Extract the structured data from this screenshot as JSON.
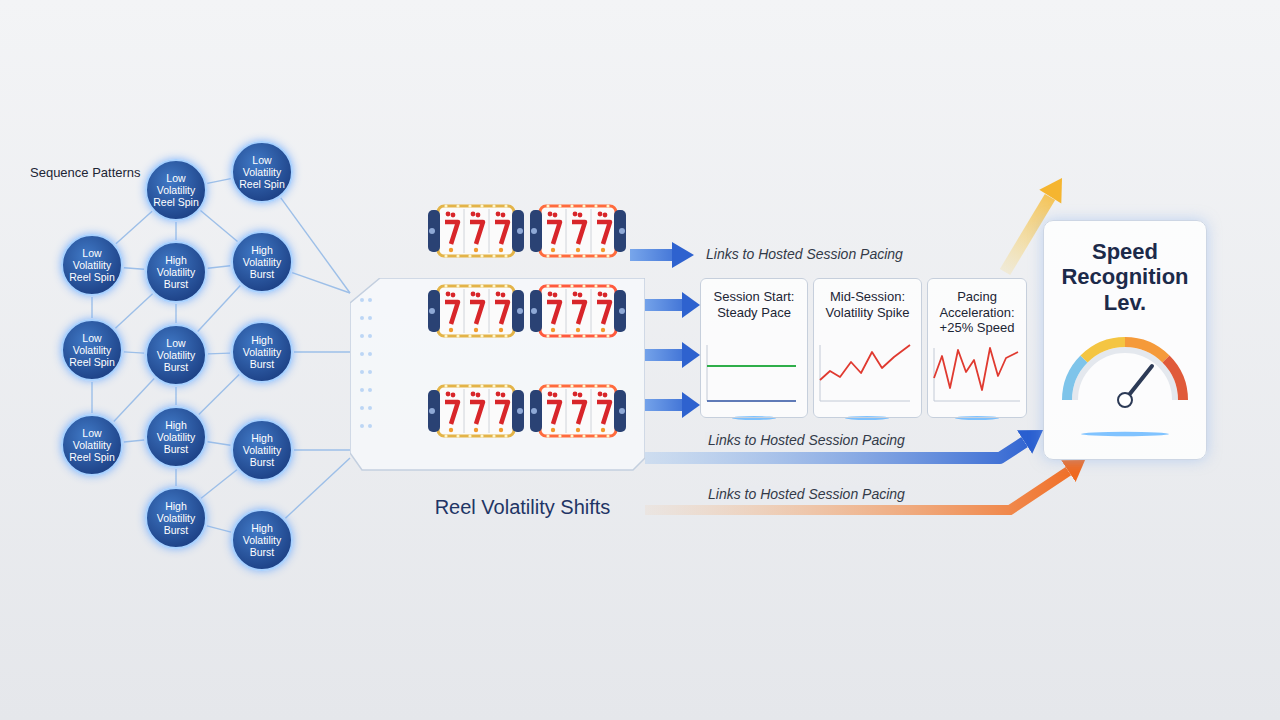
{
  "diagram": {
    "nodes": [
      {
        "text": [
          "Low Volatility Reel Spin"
        ]
      },
      {
        "text": [
          "Low Volatility Reel Spin"
        ]
      },
      {
        "text": [
          "Low Volatility Reel Spin"
        ]
      },
      {
        "text": [
          "Low Volatility Reel Spin"
        ]
      },
      {
        "text": [
          "High Volatility Burst"
        ]
      },
      {
        "text": [
          "Low Volatility Burst"
        ]
      },
      {
        "text": [
          "High Volatility Burst"
        ]
      },
      {
        "text": [
          "High Volatility Burst"
        ]
      },
      {
        "text": [
          "Low Volatility Reel Spin"
        ]
      },
      {
        "text": [
          "High Volatility Burst"
        ]
      },
      {
        "text": [
          "High Volatility Burst"
        ]
      },
      {
        "text": [
          "High Volatility Burst"
        ]
      },
      {
        "text": [
          "High Volatility Burst"
        ]
      },
      {
        "text": [
          "Reel Volatility Shifts"
        ]
      },
      {
        "text": [
          "Session Start: Steady Pace"
        ]
      },
      {
        "text": [
          "Mid-Session: Volatility Spike"
        ]
      },
      {
        "text": [
          "Pacing Acceleration: +25% Speed"
        ]
      },
      {
        "text": [
          "Speed Recognition Lev."
        ]
      }
    ],
    "edges": [
      {
        "from": 0,
        "to": 1,
        "arrow": "none"
      },
      {
        "from": 1,
        "to": 2,
        "arrow": "none"
      },
      {
        "from": 0,
        "to": 3,
        "arrow": "none"
      },
      {
        "from": 0,
        "to": 4,
        "arrow": "none"
      },
      {
        "from": 1,
        "to": 4,
        "arrow": "none"
      },
      {
        "from": 1,
        "to": 5,
        "arrow": "none"
      },
      {
        "from": 2,
        "to": 5,
        "arrow": "none"
      },
      {
        "from": 2,
        "to": 6,
        "arrow": "none"
      },
      {
        "from": 3,
        "to": 4,
        "arrow": "none"
      },
      {
        "from": 4,
        "to": 5,
        "arrow": "none"
      },
      {
        "from": 5,
        "to": 6,
        "arrow": "none"
      },
      {
        "from": 6,
        "to": 7,
        "arrow": "none"
      },
      {
        "from": 3,
        "to": 8,
        "arrow": "none"
      },
      {
        "from": 3,
        "to": 9,
        "arrow": "none"
      },
      {
        "from": 4,
        "to": 9,
        "arrow": "none"
      },
      {
        "from": 5,
        "to": 9,
        "arrow": "none"
      },
      {
        "from": 5,
        "to": 10,
        "arrow": "none"
      },
      {
        "from": 6,
        "to": 10,
        "arrow": "none"
      },
      {
        "from": 6,
        "to": 11,
        "arrow": "none"
      },
      {
        "from": 7,
        "to": 11,
        "arrow": "none"
      },
      {
        "from": 7,
        "to": 12,
        "arrow": "none"
      },
      {
        "from": 8,
        "to": 13,
        "arrow": "none"
      },
      {
        "from": 9,
        "to": 13,
        "arrow": "none"
      },
      {
        "from": 10,
        "to": 13,
        "arrow": "none"
      },
      {
        "from": 11,
        "to": 13,
        "arrow": "none"
      },
      {
        "from": 12,
        "to": 13,
        "arrow": "none"
      },
      {
        "from": 13,
        "to": 14,
        "arrow": "to"
      },
      {
        "from": 13,
        "to": 14,
        "arrow": "to"
      },
      {
        "from": 13,
        "to": 14,
        "arrow": "to"
      },
      {
        "from": 13,
        "to": 17,
        "arrow": "to",
        "label": "Links to Hosted Session Pacing"
      },
      {
        "from": 13,
        "to": 17,
        "arrow": "to",
        "label": "Links to Hosted Session Pacing"
      }
    ],
    "labels": [
      "Sequence Patterns",
      "Links to Hosted Session Pacing"
    ]
  }
}
